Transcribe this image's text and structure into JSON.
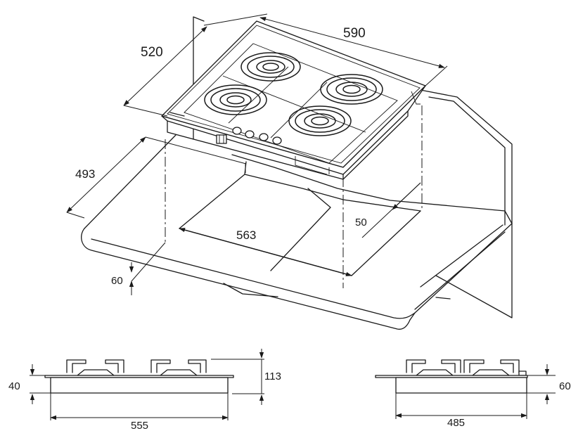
{
  "dimensions": {
    "width_top": "590",
    "depth_top": "520",
    "cutout_depth": "493",
    "cutout_width": "563",
    "front_gap": "50",
    "min_worktop": "60",
    "height_total": "113",
    "height_body": "40",
    "front_width": "555",
    "side_depth": "485",
    "side_height": "60"
  }
}
